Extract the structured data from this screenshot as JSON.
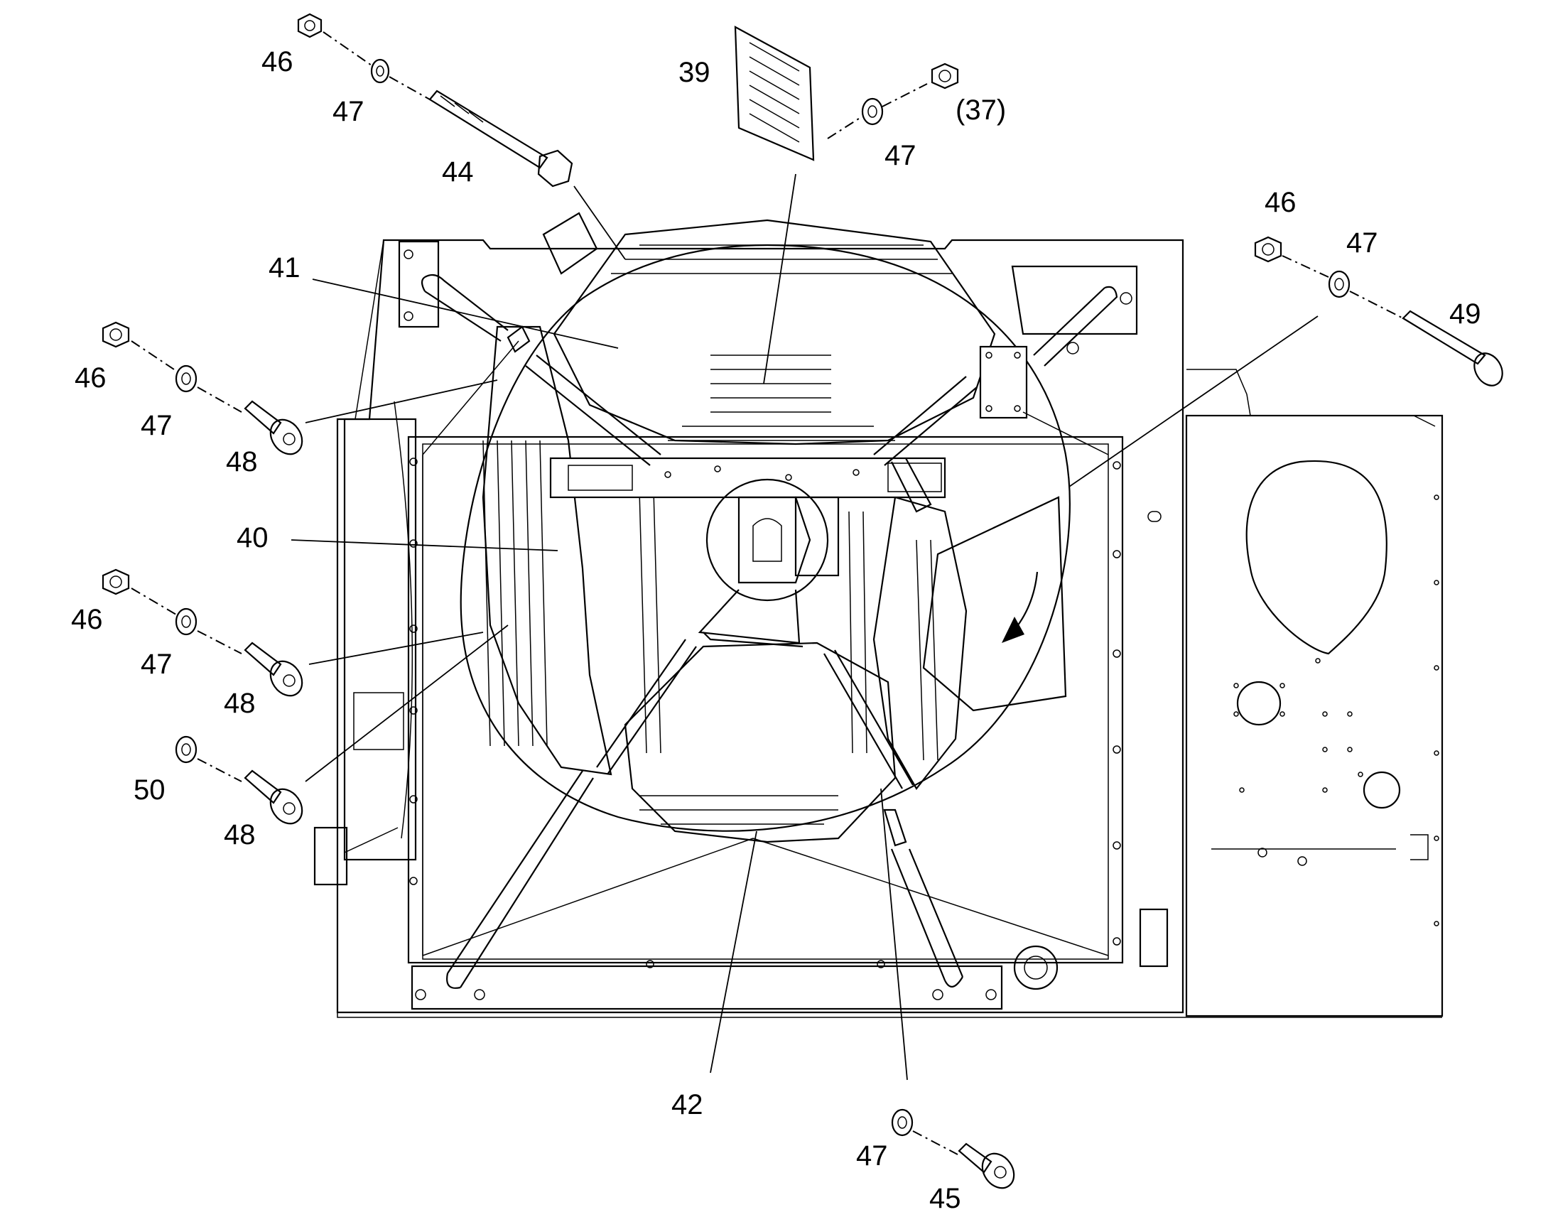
{
  "diagram": {
    "callouts": [
      {
        "id": "c39",
        "text": "39"
      },
      {
        "id": "c46a",
        "text": "46"
      },
      {
        "id": "c47a",
        "text": "47"
      },
      {
        "id": "c44",
        "text": "44"
      },
      {
        "id": "c47b",
        "text": "47"
      },
      {
        "id": "c37",
        "text": "(37)"
      },
      {
        "id": "c46b",
        "text": "46"
      },
      {
        "id": "c47c",
        "text": "47"
      },
      {
        "id": "c49",
        "text": "49"
      },
      {
        "id": "c41",
        "text": "41"
      },
      {
        "id": "c46c",
        "text": "46"
      },
      {
        "id": "c47d",
        "text": "47"
      },
      {
        "id": "c48a",
        "text": "48"
      },
      {
        "id": "c40",
        "text": "40"
      },
      {
        "id": "c46d",
        "text": "46"
      },
      {
        "id": "c47e",
        "text": "47"
      },
      {
        "id": "c48b",
        "text": "48"
      },
      {
        "id": "c50",
        "text": "50"
      },
      {
        "id": "c48c",
        "text": "48"
      },
      {
        "id": "c42",
        "text": "42"
      },
      {
        "id": "c47f",
        "text": "47"
      },
      {
        "id": "c45",
        "text": "45"
      }
    ]
  }
}
